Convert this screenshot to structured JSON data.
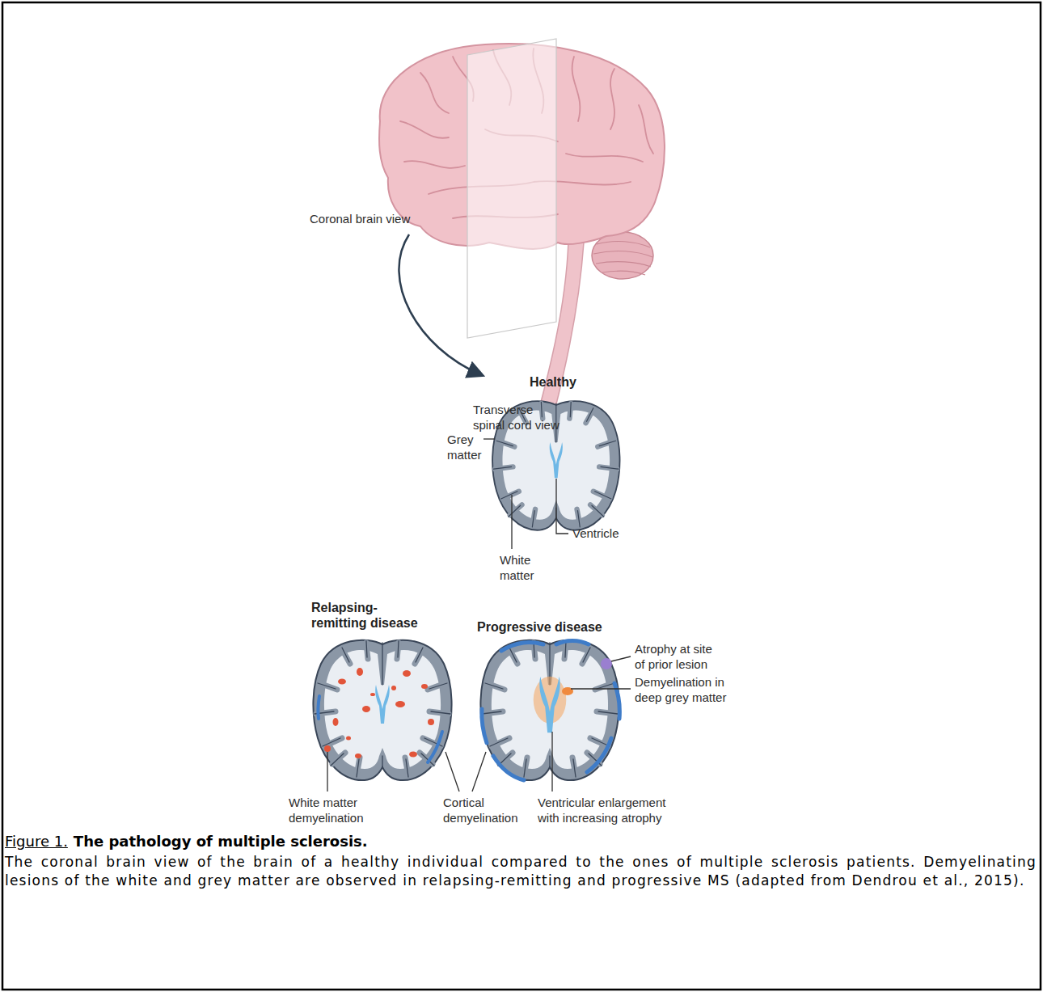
{
  "diagram": {
    "title": "The pathology of multiple sclerosis.",
    "caption": "The coronal brain view of the brain of a healthy individual compared to the ones of multiple sclerosis patients. Demyelinating lesions of the white and grey matter are observed in relapsing-remitting and progressive MS (adapted from Dendrou et al., 2015).",
    "labels": [
      "Coronal brain view",
      "Transverse spinal cord view",
      "Healthy",
      "Grey matter",
      "White matter",
      "Ventricle",
      "Relapsing-remitting disease",
      "Progressive disease",
      "Atrophy at site of prior lesion",
      "Demyelination in deep grey matter",
      "White matter demyelination",
      "Cortical demyelination",
      "Ventricular enlargement with increasing atrophy",
      "Figure 1."
    ]
  }
}
